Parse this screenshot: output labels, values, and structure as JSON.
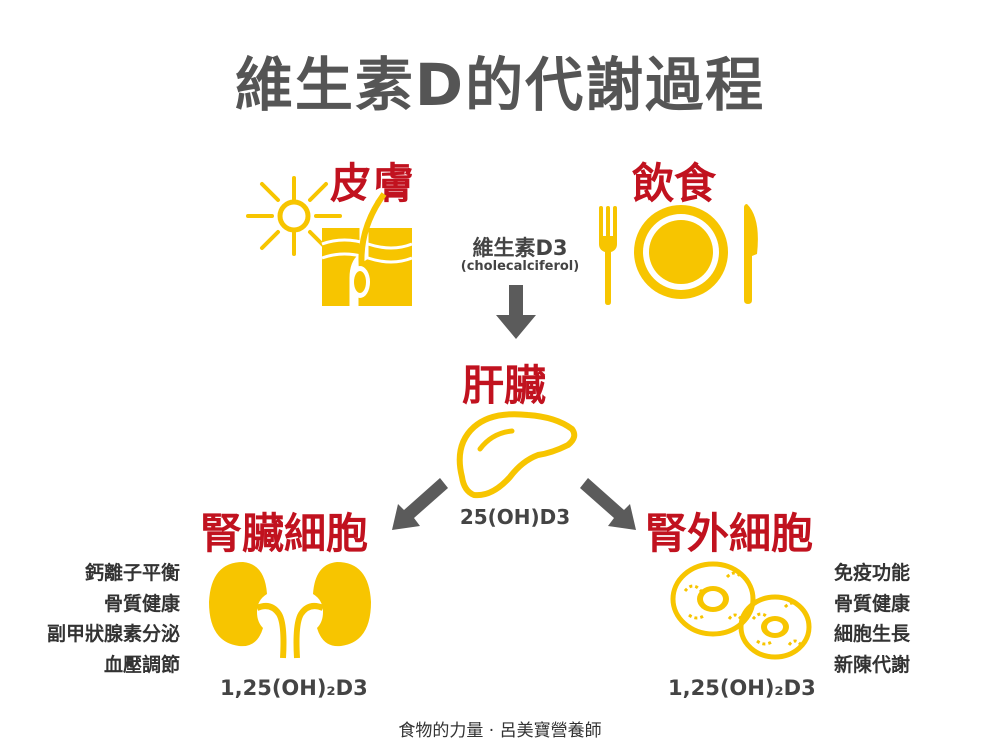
{
  "title": "維生素D的代謝過程",
  "sources": {
    "skin": "皮膚",
    "diet": "飲食"
  },
  "d3": {
    "name": "維生素D3",
    "scientific": "(cholecalciferol)"
  },
  "liver": {
    "label": "肝臟",
    "product": "25(OH)D3"
  },
  "kidney": {
    "label": "腎臟細胞",
    "product": "1,25(OH)₂D3",
    "functions": [
      "鈣離子平衡",
      "骨質健康",
      "副甲狀腺素分泌",
      "血壓調節"
    ]
  },
  "extrarenal": {
    "label": "腎外細胞",
    "product": "1,25(OH)₂D3",
    "functions": [
      "免疫功能",
      "骨質健康",
      "細胞生長",
      "新陳代謝"
    ]
  },
  "footer": "食物的力量 · 呂美寶營養師",
  "colors": {
    "yellow": "#f7c500",
    "red": "#c1121f",
    "gray_arrow": "#5b5b5b",
    "title": "#555555"
  },
  "icons": [
    "sun-icon",
    "skin-hair-icon",
    "fork-icon",
    "plate-icon",
    "knife-icon",
    "liver-icon",
    "kidney-icon",
    "cell-icon"
  ]
}
